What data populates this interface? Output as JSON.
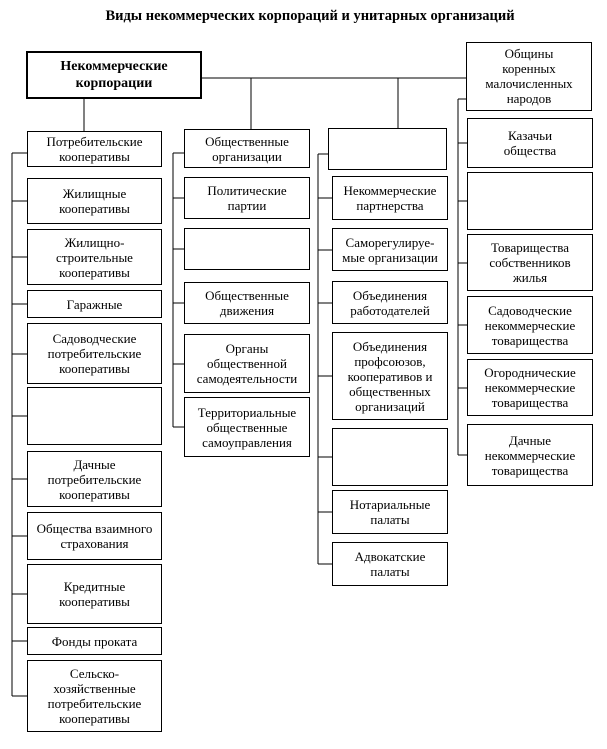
{
  "title": "Виды некоммерческих  корпораций  и унитарных  организаций",
  "root": "Некоммерческие\nкорпорации",
  "column1": {
    "header": "Потребительские\nкооперативы",
    "items": [
      "Жилищные\nкооперативы",
      "Жилищно-\nстроительные\nкооперативы",
      "Гаражные",
      "Садоводческие\nпотребительские\nкооперативы",
      "",
      "Дачные\nпотребительские\nкооперативы",
      "Общества взаимного\nстрахования",
      "Кредитные\nкооперативы",
      "Фонды проката",
      "Сельско-\nхозяйственные\nпотребительские\nкооперативы"
    ]
  },
  "column2": {
    "header": "Общественные\nорганизации",
    "items": [
      "Политические\nпартии",
      "",
      "Общественные\nдвижения",
      "Органы\nобщественной\nсамодеятельности",
      "Территориальные\nобщественные\nсамоуправления"
    ]
  },
  "column3": {
    "header": "",
    "items": [
      "Некоммерческие\nпартнерства",
      "Саморегулируе-\nмые организации",
      "Объединения\nработодателей",
      "Объединения\nпрофсоюзов,\nкооперативов и\nобщественных\nорганизаций",
      "",
      "Нотариальные\nпалаты",
      "Адвокатские\nпалаты"
    ]
  },
  "column4": {
    "header": "Общины\nкоренных\nмалочисленных\nнародов",
    "items": [
      "Казачьи\nобщества",
      "",
      "Товарищества\nсобственников\nжилья",
      "Садоводческие\nнекоммерческие\nтоварищества",
      "Огороднические\nнекоммерческие\nтоварищества",
      "Дачные\nнекоммерческие\nтоварищества"
    ]
  }
}
